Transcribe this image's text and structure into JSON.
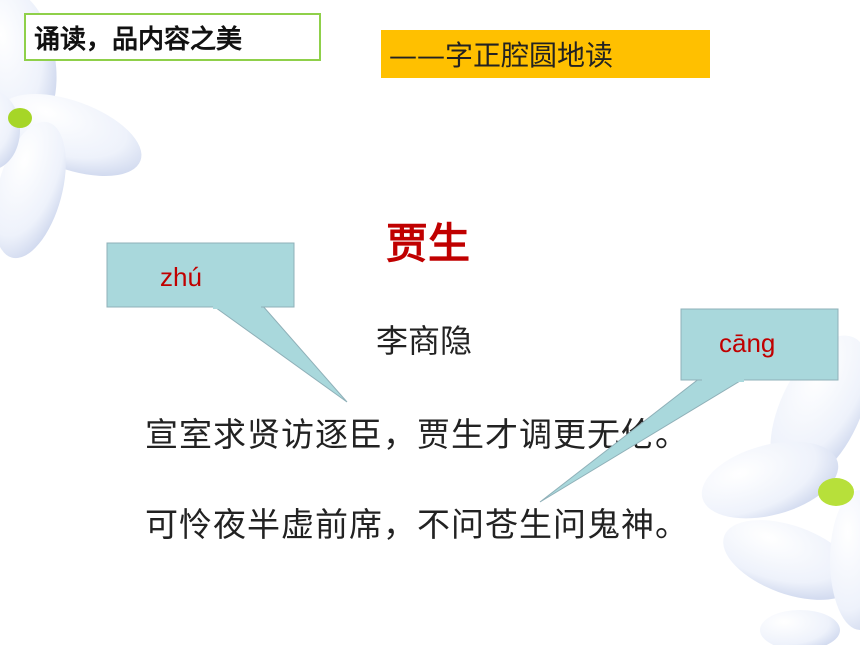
{
  "header": {
    "section_title": "诵读，品内容之美",
    "subtitle": "——字正腔圆地读"
  },
  "poem": {
    "title": "贾生",
    "author": "李商隐",
    "lines": [
      "宣室求贤访逐臣，贾生才调更无伦。",
      "可怜夜半虚前席，不问苍生问鬼神。"
    ]
  },
  "callouts": [
    {
      "pinyin": "zhú"
    },
    {
      "pinyin": "cāng"
    }
  ],
  "colors": {
    "title_border": "#8fd04a",
    "subtitle_bg": "#ffc000",
    "poem_title": "#c00000",
    "pinyin": "#c00000",
    "callout_fill": "#a9d8dc"
  },
  "decoration": {
    "icons": [
      "flower-icon"
    ]
  }
}
